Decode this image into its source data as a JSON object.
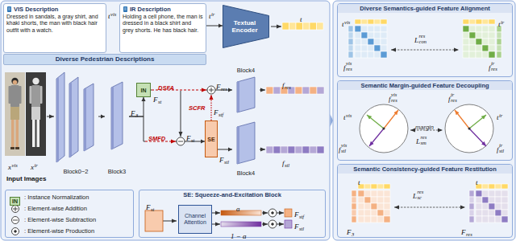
{
  "diagram": {
    "nodes": [
      {
        "text": [
          "VIS Description",
          "Dressed in sandals, a gray shirt, and khaki shorts, the man with black hair outfit with a watch."
        ]
      },
      {
        "text": [
          "IR Description",
          "Holding a cell phone, the man is dressed in a black shirt and grey shorts. He has black hair."
        ]
      },
      {
        "text": [
          "Textual Encoder"
        ]
      },
      {
        "text": [
          "Diverse Pedestrian Descriptions"
        ]
      },
      {
        "text": [
          "Block0~2"
        ]
      },
      {
        "text": [
          "Block3"
        ]
      },
      {
        "text": [
          "IN"
        ]
      },
      {
        "text": [
          "Block4"
        ]
      },
      {
        "text": [
          "SE"
        ]
      },
      {
        "text": [
          "Block4"
        ]
      },
      {
        "text": [
          "SE: Squeeze-and-Excitation Block"
        ]
      },
      {
        "text": [
          "Channel Attention"
        ],
        "in": 10
      },
      {
        "text": [
          "Diverse Semantics-guided Feature Alignment"
        ]
      },
      {
        "text": [
          "Semantic Margin-guided Feature Decoupling"
        ]
      },
      {
        "text": [
          "Semantic Consistency-guided Feature Restitution"
        ]
      }
    ],
    "edges": [
      {
        "from": 1,
        "to": 2,
        "arrow": "to"
      },
      {
        "from": 4,
        "to": 5,
        "arrow": "to"
      },
      {
        "from": 5,
        "to": 6,
        "arrow": "to"
      },
      {
        "from": 5,
        "to": 8,
        "arrow": "to"
      },
      {
        "from": 6,
        "to": 7,
        "arrow": "to"
      },
      {
        "from": 8,
        "to": 9,
        "arrow": "to"
      }
    ],
    "labels": [
      "t",
      "vis",
      "t",
      "ir",
      "t",
      "x",
      "vis",
      "x",
      "ir",
      "Input Images",
      "F",
      "3",
      "F",
      "st",
      "DSFA",
      "F",
      "res",
      "SMFD",
      "F",
      "st",
      "SCFR",
      "F",
      "stf",
      "F",
      "stl",
      "f",
      "res",
      "f",
      "stl",
      "IN",
      "F",
      "st",
      "a",
      "1 − a",
      "F",
      "stf",
      "F",
      "stl",
      "t",
      "vis",
      "t",
      "ir",
      "L",
      "res",
      "con",
      "f",
      "vis",
      "res",
      "f",
      "ir",
      "res",
      "t",
      "vis",
      "f",
      "vis",
      "res",
      "margin",
      "f",
      "ir",
      "res",
      "t",
      "ir",
      "L",
      "res",
      "sm",
      "f",
      "vis",
      "stl",
      "f",
      "ir",
      "stl",
      "t",
      "L",
      "res",
      "sc",
      "t",
      "F",
      "3",
      "F",
      "res"
    ],
    "legend": [
      {
        "text": ": Instance Normalization"
      },
      {
        "text": ": Element-wise Addition"
      },
      {
        "text": ": Element-wise Subtraction"
      },
      {
        "text": ": Element-wise Production"
      }
    ]
  }
}
